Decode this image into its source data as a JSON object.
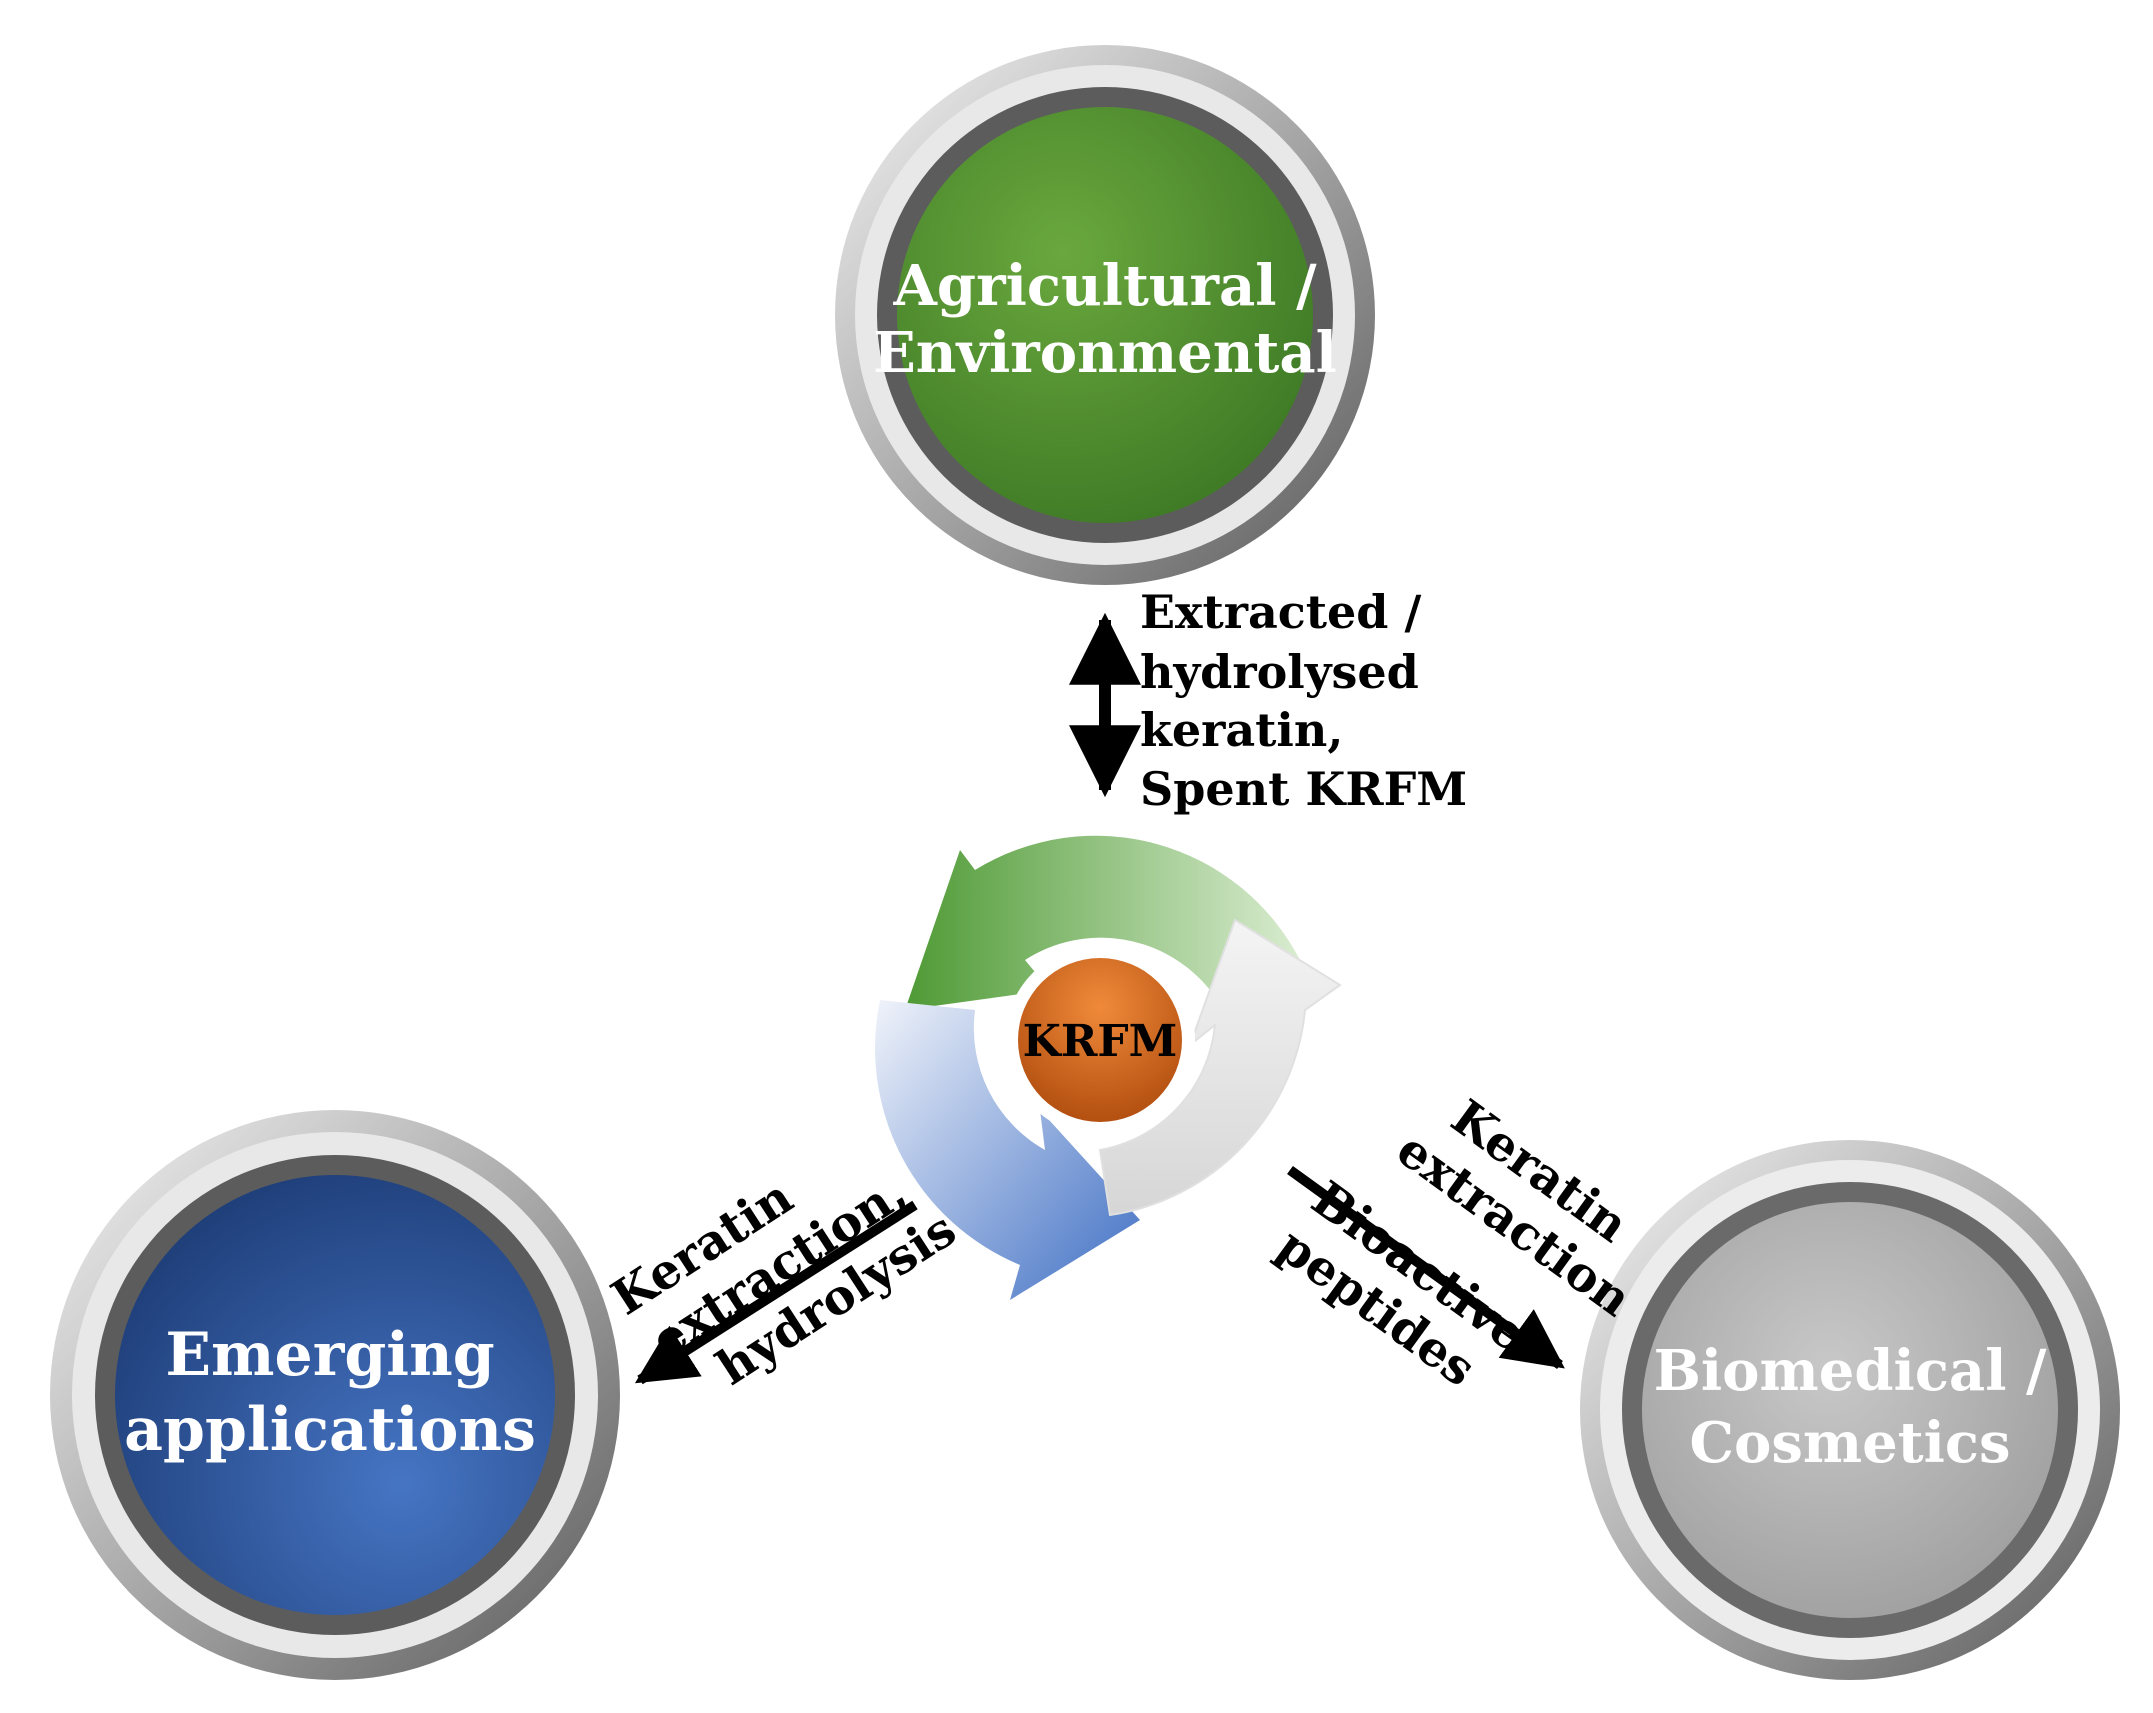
{
  "nodes": {
    "agricultural": {
      "line1": "Agricultural /",
      "line2": "Environmental",
      "color": "#4f8f2f"
    },
    "emerging": {
      "line1": "Emerging",
      "line2": "applications",
      "color": "#3b68b8"
    },
    "biomedical": {
      "line1": "Biomedical /",
      "line2": "Cosmetics",
      "color": "#b8b8b8"
    }
  },
  "center": {
    "label": "KRFM",
    "color": "#d9661f"
  },
  "edges": {
    "top": {
      "line1": "Extracted /",
      "line2": "hydrolysed",
      "line3": "keratin,",
      "line4": "Spent KRFM"
    },
    "left": {
      "line1": "Keratin",
      "line2": "extraction,",
      "line3": "hydrolysis"
    },
    "right": {
      "line1": "Keratin",
      "line2": "extraction",
      "line3": "Bioactive",
      "line4": "peptides"
    }
  },
  "cycle_arrows": [
    "green-arrow",
    "blue-arrow",
    "grey-arrow"
  ]
}
